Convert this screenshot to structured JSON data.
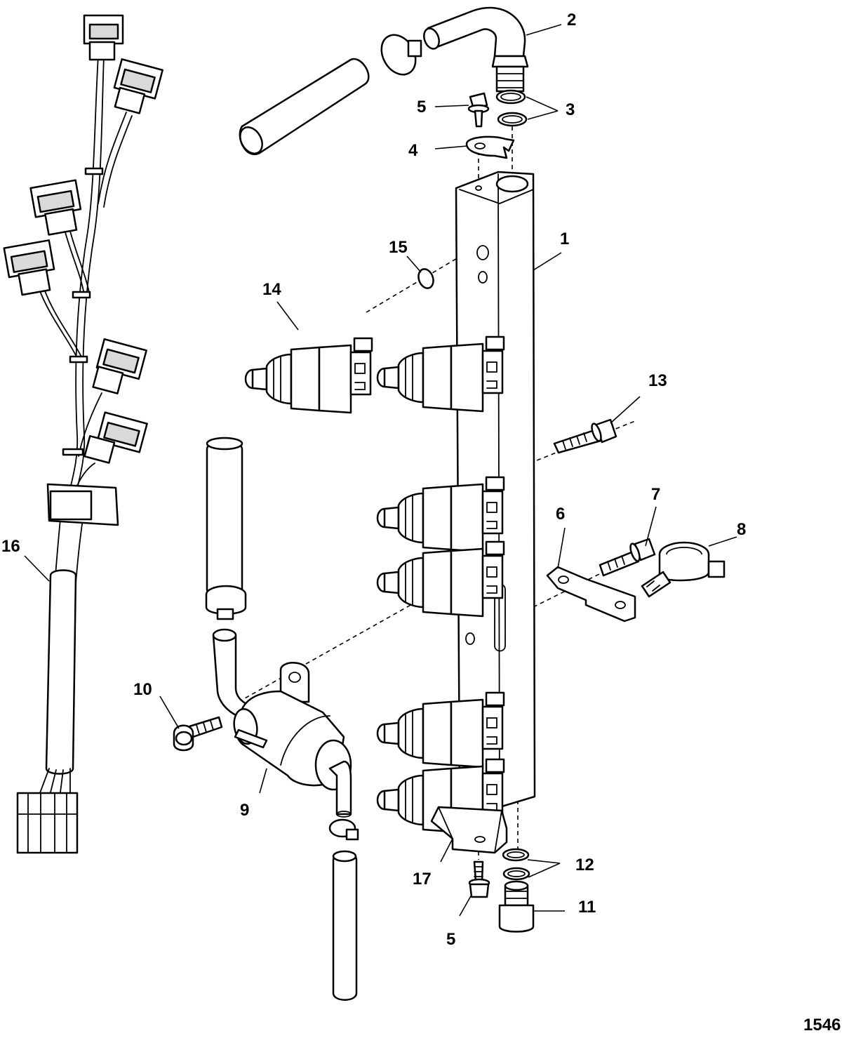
{
  "callouts": [
    "1",
    "2",
    "3",
    "4",
    "5",
    "6",
    "7",
    "8",
    "9",
    "10",
    "11",
    "12",
    "13",
    "14",
    "15",
    "16",
    "17",
    "5"
  ],
  "figure_number": "1546"
}
